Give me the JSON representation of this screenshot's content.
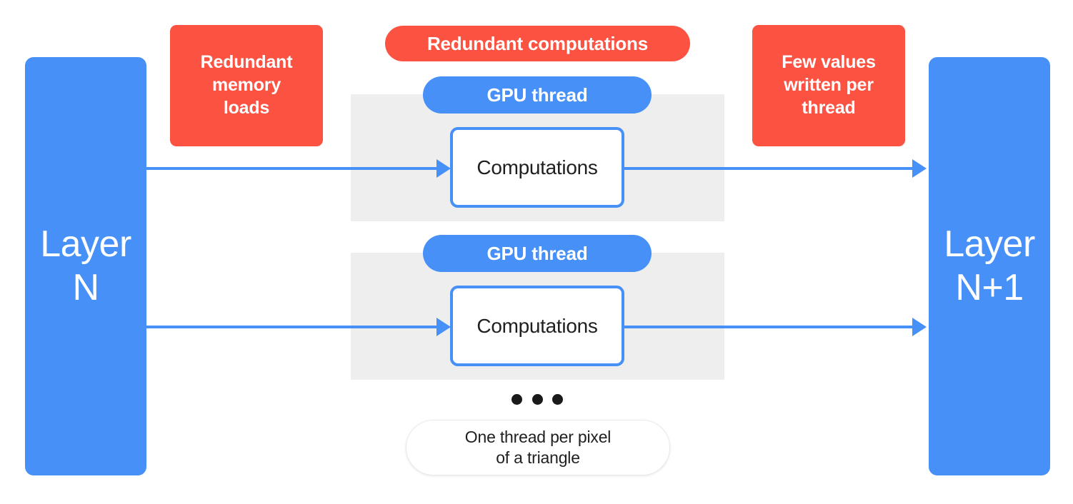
{
  "diagram": {
    "title": "GPU thread redundancy diagram",
    "colors": {
      "blue": "#4690F7",
      "red": "#FB5242",
      "band_gray": "#EEEEEE",
      "text_dark": "#1f1f1f",
      "white": "#ffffff"
    },
    "layers": {
      "input": "Layer\nN",
      "output": "Layer\nN+1"
    },
    "callouts": {
      "memory_loads": "Redundant\nmemory\nloads",
      "redundant_computations": "Redundant computations",
      "few_values": "Few values\nwritten per\nthread"
    },
    "threads": [
      {
        "pill_label": "GPU thread",
        "box_label": "Computations"
      },
      {
        "pill_label": "GPU thread",
        "box_label": "Computations"
      }
    ],
    "ellipsis": {
      "dot_count": 3,
      "meaning": "more-threads-ellipsis"
    },
    "note": "One thread per pixel\nof a triangle"
  }
}
